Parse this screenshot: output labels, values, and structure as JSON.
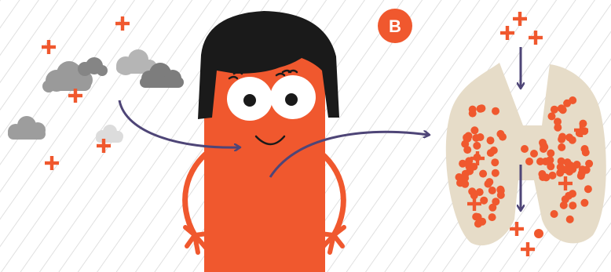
{
  "badge": {
    "label": "B"
  },
  "colors": {
    "orange": "#f0582e",
    "hair": "#1a1a1a",
    "arrow": "#4e4577",
    "thyroid": "#e6dcc8",
    "hatch": "#cfcfcf",
    "cloud_dark": "#8e8e8e",
    "cloud_mid": "#a9a9a9",
    "cloud_light": "#d9d9d9"
  },
  "icons": [
    "plus-icon",
    "cloud-icon",
    "arrow-icon",
    "thyroid-gland-illustration",
    "character-illustration"
  ]
}
